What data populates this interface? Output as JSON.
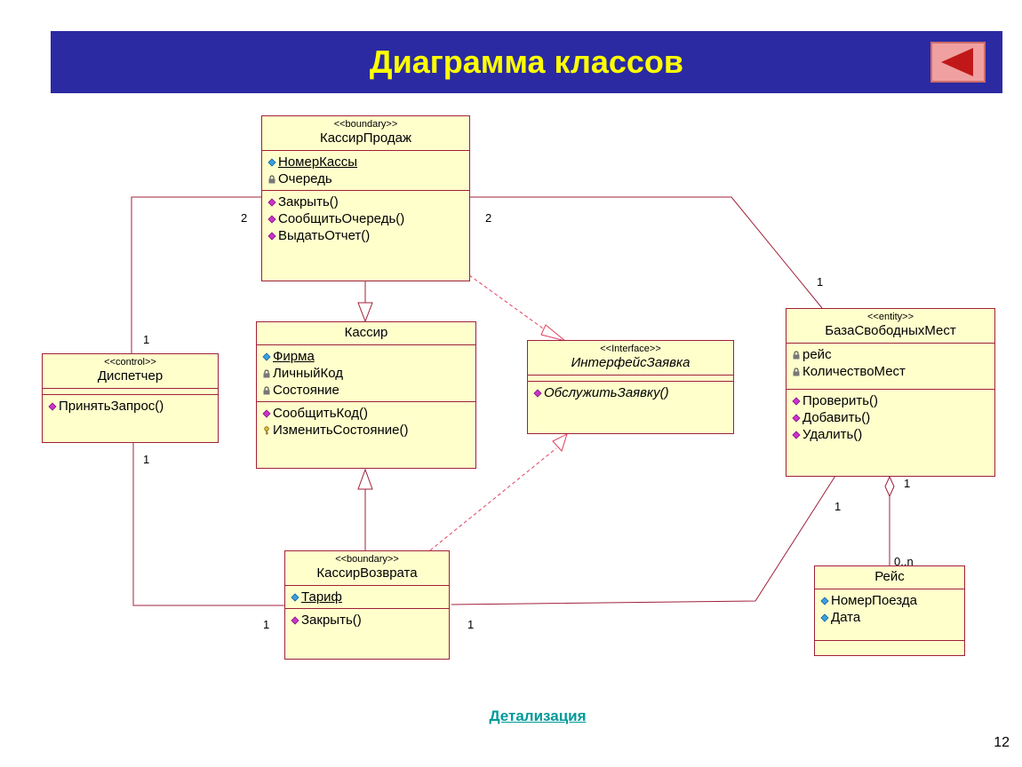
{
  "title": "Диаграмма классов",
  "classes": {
    "kassir_prodazh": {
      "stereotype": "<<boundary>>",
      "name": "КассирПродаж",
      "attrs": [
        "НомерКассы",
        "Очередь"
      ],
      "ops": [
        "Закрыть()",
        "СообщитьОчередь()",
        "ВыдатьОтчет()"
      ]
    },
    "kassir": {
      "name": "Кассир",
      "attrs": [
        "Фирма",
        "ЛичныйКод",
        "Состояние"
      ],
      "ops": [
        "СообщитьКод()",
        "ИзменитьСостояние()"
      ]
    },
    "interfeys": {
      "stereotype": "<<Interface>>",
      "name": "ИнтерфейсЗаявка",
      "ops": [
        "ОбслужитьЗаявку()"
      ]
    },
    "dispetcher": {
      "stereotype": "<<control>>",
      "name": "Диспетчер",
      "ops": [
        "ПринятьЗапрос()"
      ]
    },
    "baza": {
      "stereotype": "<<entity>>",
      "name": "БазаСвободныхМест",
      "attrs": [
        "рейс",
        "КоличествоМест"
      ],
      "ops": [
        "Проверить()",
        "Добавить()",
        "Удалить()"
      ]
    },
    "kassir_vozvrata": {
      "stereotype": "<<boundary>>",
      "name": "КассирВозврата",
      "attrs": [
        "Тариф"
      ],
      "ops": [
        "Закрыть()"
      ]
    },
    "reys": {
      "name": "Рейс",
      "attrs": [
        "НомерПоезда",
        "Дата"
      ]
    }
  },
  "multiplicities": {
    "kp_disp_kp": "2",
    "kp_disp_disp": "1",
    "kp_baza_kp": "2",
    "kp_baza_baza": "1",
    "disp_kv_disp": "1",
    "disp_kv_kv": "1",
    "kv_baza_kv": "1",
    "kv_baza_baza": "1",
    "baza_reys_baza": "1",
    "baza_reys_reys": "0..n"
  },
  "link_label": "Детализация",
  "page_number": "12",
  "colors": {
    "title_bg": "#2b2aa2",
    "title_text": "#ffff00",
    "class_fill": "#ffffcc",
    "class_border": "#a0203a",
    "link": "#009999",
    "back_button": "#f0a0a0"
  },
  "icons": {
    "public_attr": "blue-diamond-icon",
    "private_attr": "lock-icon",
    "operation": "magenta-diamond-icon",
    "protected_op": "key-icon",
    "back": "back-arrow-icon"
  }
}
